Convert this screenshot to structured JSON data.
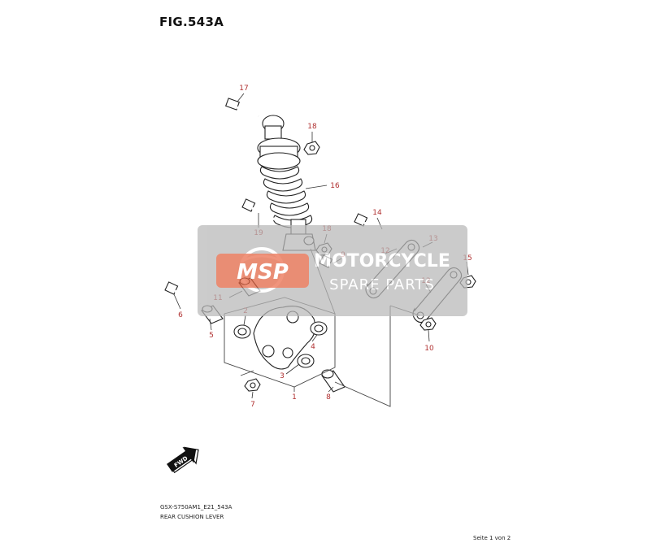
{
  "figure": {
    "title": "FIG.543A",
    "code": "GSX-S750AM1_E21_543A",
    "caption": "REAR CUSHION LEVER",
    "page_info": "Seite 1 von 2",
    "direction_badge": "FWD"
  },
  "watermark": {
    "logo": "MSP",
    "line1": "MOTORCYCLE",
    "line2": "SPARE PARTS",
    "accent_color": "#e8522a"
  },
  "labels": {
    "p1": "1",
    "p2": "2",
    "p3": "3",
    "p4": "4",
    "p5": "5",
    "p6": "6",
    "p7": "7",
    "p8": "8",
    "p9": "9",
    "p10": "10",
    "p11": "11",
    "p12a": "12",
    "p12b": "12",
    "p13": "13",
    "p14": "14",
    "p15": "15",
    "p16": "16",
    "p17": "17",
    "p18a": "18",
    "p18b": "18",
    "p19": "19"
  },
  "colors": {
    "label": "#b03030",
    "line": "#222222"
  }
}
